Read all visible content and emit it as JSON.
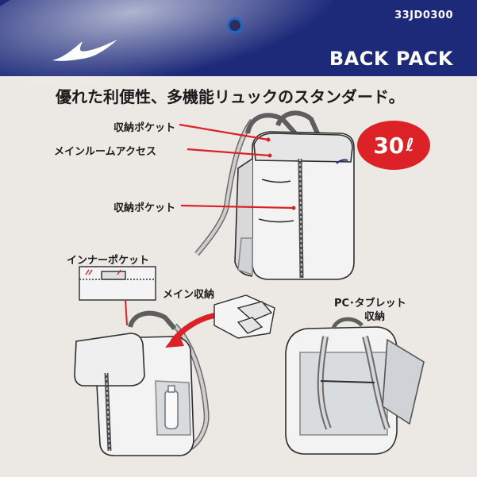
{
  "header": {
    "product_code": "33JD0300",
    "title": "BACK PACK",
    "logo_icon": "mizuno-runbird-logo"
  },
  "tagline": "優れた利便性、多機能リュックのスタンダード。",
  "capacity": {
    "value": "30",
    "unit": "ℓ"
  },
  "callouts": {
    "storage_pocket_top": "収納ポケット",
    "main_room_access": "メインルームアクセス",
    "storage_pocket_front": "収納ポケット",
    "inner_pocket": "インナーポケット",
    "main_storage": "メイン収納",
    "pc_tablet_line1": "PC･タブレット",
    "pc_tablet_line2": "収納"
  },
  "colors": {
    "header_blue": "#1d2a7a",
    "accent_red": "#dc2127",
    "card_bg": "#ece9e4"
  }
}
